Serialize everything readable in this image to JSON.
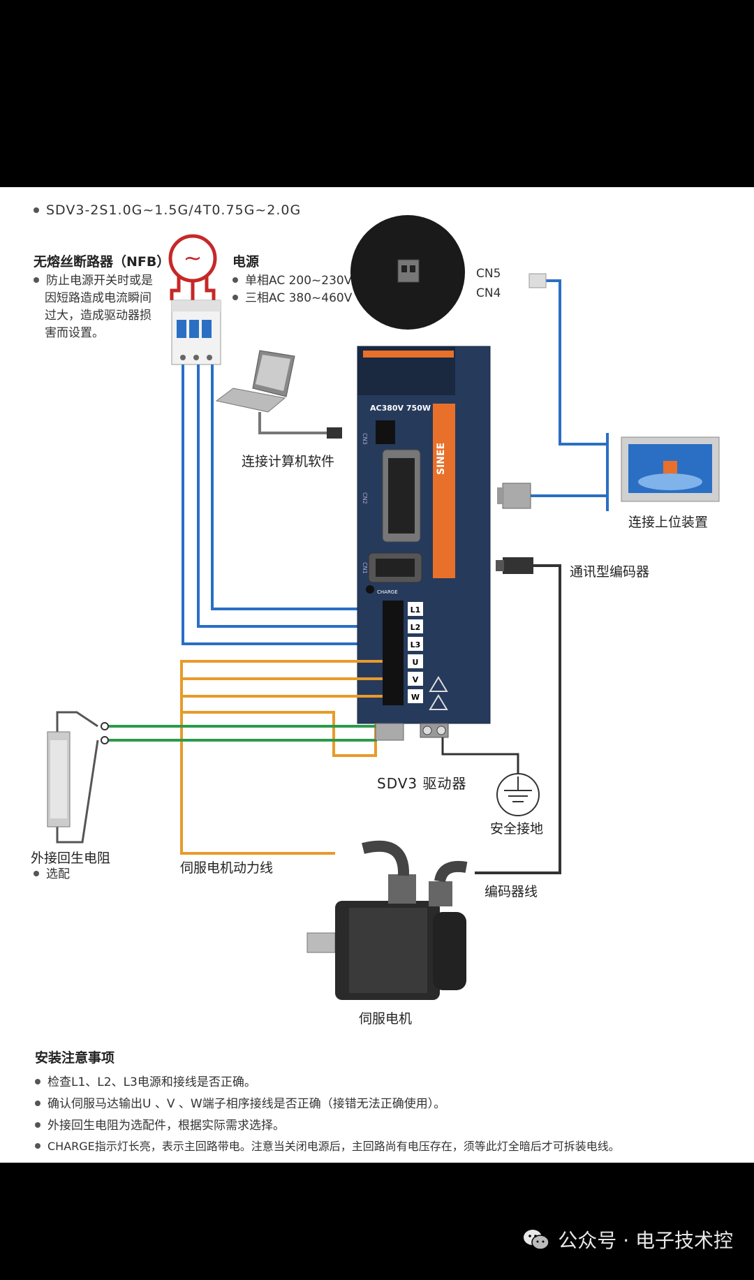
{
  "header": {
    "model": "SDV3-2S1.0G~1.5G/4T0.75G~2.0G"
  },
  "breaker": {
    "title": "无熔丝断路器（NFB）",
    "desc_lines": [
      "防止电源开关时或是",
      "因短路造成电流瞬间",
      "过大，造成驱动器损",
      "害而设置。"
    ]
  },
  "power": {
    "title": "电源",
    "single": "单相AC 200~230V",
    "three": "三相AC 380~460V"
  },
  "connectors": {
    "cn5": "CN5",
    "cn4": "CN4"
  },
  "drive": {
    "rating": "AC380V 750W",
    "brand": "SINEE",
    "charge": "CHARGE",
    "name": "SDV3 驱动器",
    "terminals": [
      "L1",
      "L2",
      "L3",
      "U",
      "V",
      "W"
    ],
    "port_cn3": "CN3",
    "port_cn2": "CN2",
    "port_cn1": "CN1"
  },
  "labels": {
    "computer": "连接计算机软件",
    "host": "连接上位装置",
    "encoder_comm": "通讯型编码器",
    "ground": "安全接地",
    "resistor": "外接回生电阻",
    "resistor_opt": "选配",
    "motor_power": "伺服电机动力线",
    "encoder_cable": "编码器线",
    "motor": "伺服电机"
  },
  "notes": {
    "title": "安装注意事项",
    "items": [
      "检查L1、L2、L3电源和接线是否正确。",
      "确认伺服马达输出U 、V 、W端子相序接线是否正确（接错无法正确使用）。",
      "外接回生电阻为选配件，根据实际需求选择。",
      "CHARGE指示灯长亮，表示主回路带电。注意当关闭电源后，主回路尚有电压存在，须等此灯全暗后才可拆装电线。"
    ]
  },
  "watermark": {
    "text": "公众号 · 电子技术控"
  },
  "colors": {
    "blue_wire": "#2a6fc4",
    "orange_wire": "#e89a2a",
    "green_wire": "#2e9a4a",
    "drive_body": "#263a5c",
    "drive_accent": "#e8702a"
  }
}
